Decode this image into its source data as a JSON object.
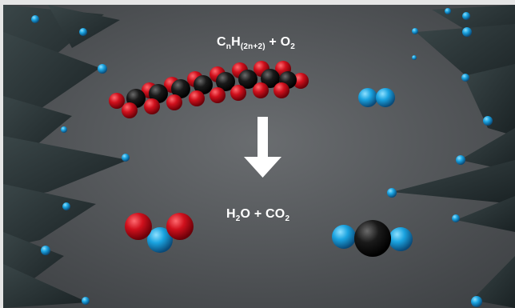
{
  "equations": {
    "reactant": {
      "c": "C",
      "c_sub": "n",
      "h": "H",
      "h_sub": "(2n+2)",
      "plus": " + ",
      "o": "O",
      "o_sub": "2"
    },
    "product": {
      "h": "H",
      "h_sub": "2",
      "o": "O",
      "plus": " + ",
      "co": "CO",
      "co_sub": "2"
    }
  },
  "colors": {
    "background_gray": "#5a5d60",
    "frame": "#e6e6e6",
    "oxygen_red": "#d0101c",
    "hydrogen_blue": "#1aa3e0",
    "carbon_black": "#1a1a1a",
    "arrow_white": "#ffffff"
  },
  "icons": {
    "arrow": "down-arrow-icon"
  }
}
